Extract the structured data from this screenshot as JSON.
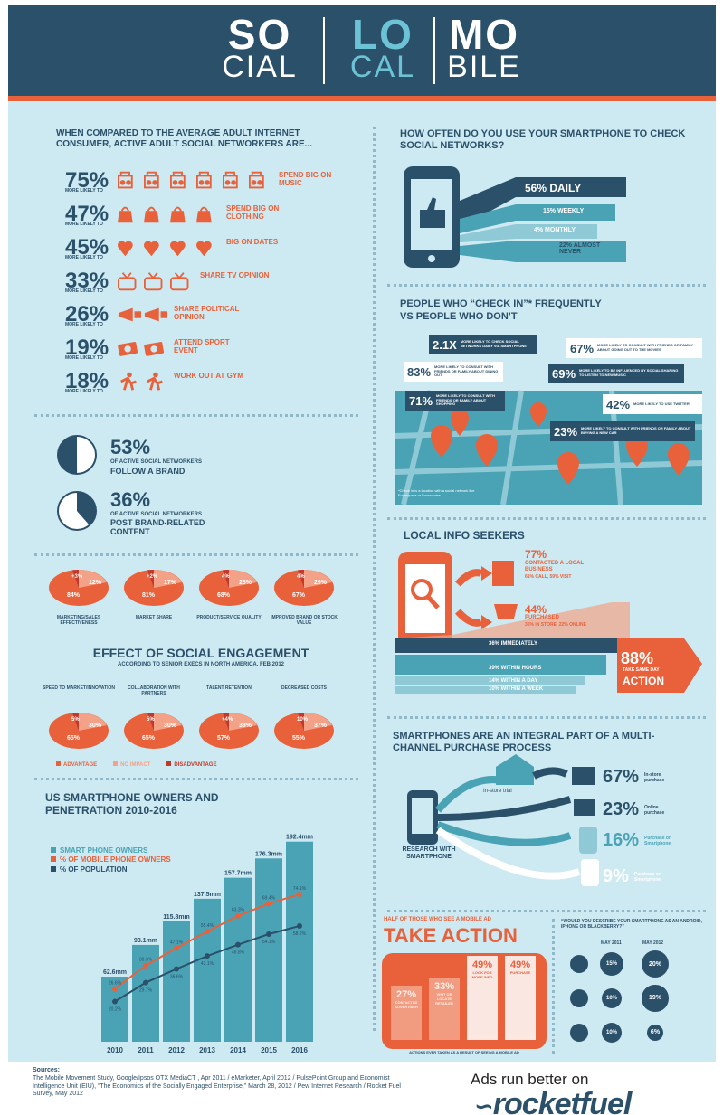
{
  "header": {
    "so_big": "SO",
    "so_small": "CIAL",
    "lo_big": "LO",
    "lo_small": "CAL",
    "mo_big": "MO",
    "mo_small": "BILE"
  },
  "compare": {
    "title": "WHEN COMPARED TO THE AVERAGE ADULT INTERNET CONSUMER, ACTIVE ADULT SOCIAL NETWORKERS ARE...",
    "more_likely": "MORE LIKELY TO",
    "rows": [
      {
        "pct": "75%",
        "label": "SPEND BIG ON MUSIC",
        "icon": "boombox-icon",
        "count": 6
      },
      {
        "pct": "47%",
        "label": "SPEND BIG ON CLOTHING",
        "icon": "handbag-icon",
        "count": 4
      },
      {
        "pct": "45%",
        "label": "BIG ON DATES",
        "icon": "heart-icon",
        "count": 4
      },
      {
        "pct": "33%",
        "label": "SHARE TV OPINION",
        "icon": "tv-icon",
        "count": 3
      },
      {
        "pct": "26%",
        "label": "SHARE POLITICAL OPINION",
        "icon": "megaphone-icon",
        "count": 2
      },
      {
        "pct": "19%",
        "label": "ATTEND SPORT EVENT",
        "icon": "ticket-icon",
        "count": 2
      },
      {
        "pct": "18%",
        "label": "WORK OUT AT GYM",
        "icon": "runner-icon",
        "count": 2
      }
    ]
  },
  "brand": [
    {
      "pct": "53%",
      "line1": "OF ACTIVE SOCIAL NETWORKERS",
      "line2": "FOLLOW A BRAND",
      "value": 0.53
    },
    {
      "pct": "36%",
      "line1": "OF ACTIVE SOCIAL NETWORKERS",
      "line2": "POST BRAND-RELATED",
      "line3": "CONTENT",
      "value": 0.36
    }
  ],
  "effect": {
    "title": "EFFECT OF SOCIAL ENGAGEMENT",
    "subtitle": "ACCORDING TO SENIOR EXECS IN NORTH AMERICA, FEB 2012",
    "row1": [
      {
        "label": "MARKETING/SALES EFFECTIVENESS",
        "a": "84%",
        "b": "12%",
        "c": "+3%"
      },
      {
        "label": "MARKET SHARE",
        "a": "81%",
        "b": "17%",
        "c": "+2%"
      },
      {
        "label": "PRODUCT/SERVICE QUALITY",
        "a": "68%",
        "b": "28%",
        "c": "4%"
      },
      {
        "label": "IMPROVED BRAND OR STOCK VALUE",
        "a": "67%",
        "b": "29%",
        "c": "4%"
      }
    ],
    "row2": [
      {
        "label": "SPEED TO MARKET/INNOVATION",
        "a": "65%",
        "b": "30%",
        "c": "5%"
      },
      {
        "label": "COLLABORATION WITH PARTNERS",
        "a": "65%",
        "b": "30%",
        "c": "5%"
      },
      {
        "label": "TALENT RETENTION",
        "a": "57%",
        "b": "38%",
        "c": "+4%"
      },
      {
        "label": "DECREASED COSTS",
        "a": "55%",
        "b": "37%",
        "c": "10%"
      }
    ],
    "legend": [
      "ADVANTAGE",
      "NO IMPACT",
      "DISADVANTAGE"
    ]
  },
  "chart_data": {
    "type": "bar",
    "title": "US SMARTPHONE OWNERS AND PENETRATION 2010-2016",
    "categories": [
      "2010",
      "2011",
      "2012",
      "2013",
      "2014",
      "2015",
      "2016"
    ],
    "series": [
      {
        "name": "SMART PHONE OWNERS",
        "values": [
          62.6,
          93.1,
          115.8,
          137.5,
          157.7,
          176.3,
          192.4
        ],
        "labels": [
          "62.6mm",
          "93.1mm",
          "115.8mm",
          "137.5mm",
          "157.7mm",
          "176.3mm",
          "192.4mm"
        ],
        "color": "#4aa3b5"
      },
      {
        "name": "% OF MOBILE PHONE OWNERS",
        "values": [
          26.6,
          38.3,
          47.1,
          55.4,
          63.3,
          69.4,
          74.1
        ],
        "labels": [
          "26.6%",
          "38.3%",
          "47.1%",
          "55.4%",
          "63.3%",
          "69.4%",
          "74.1%"
        ],
        "color": "#e8613a"
      },
      {
        "name": "% OF POPULATION",
        "values": [
          20.2,
          29.7,
          36.6,
          43.1,
          48.8,
          54.1,
          58.2
        ],
        "labels": [
          "20.2%",
          "29.7%",
          "36.6%",
          "43.1%",
          "48.8%",
          "54.1%",
          "58.2%"
        ],
        "color": "#2b506a"
      }
    ]
  },
  "smartphone_check": {
    "title": "HOW OFTEN DO YOU USE YOUR SMARTPHONE TO CHECK SOCIAL NETWORKS?",
    "daily": "56% DAILY",
    "weekly": "15% WEEKLY",
    "monthly": "4% MONTHLY",
    "never": "22% ALMOST NEVER"
  },
  "checkin": {
    "title": "PEOPLE WHO “CHECK IN”* FREQUENTLY",
    "subtitle": "vs PEOPLE WHO DON’T",
    "callouts": [
      {
        "pct": "2.1X",
        "text": "MORE LIKELY TO CHECK SOCIAL NETWORKS DAILY VIA SMARTPHONE"
      },
      {
        "pct": "83%",
        "text": "MORE LIKELY TO CONSULT WITH FRIENDS OR FAMILY ABOUT DINING OUT"
      },
      {
        "pct": "67%",
        "text": "MORE LIKELY TO CONSULT WITH FRIENDS OR FAMILY ABOUT GOING OUT TO THE MOVIES"
      },
      {
        "pct": "69%",
        "text": "MORE LIKELY TO BE INFLUENCED BY SOCIAL SHARING TO LISTEN TO NEW MUSIC"
      },
      {
        "pct": "71%",
        "text": "MORE LIKELY TO CONSULT WITH FRIENDS OR FAMILY ABOUT SHOPPING"
      },
      {
        "pct": "42%",
        "text": "MORE LIKELY TO USE TWITTER"
      },
      {
        "pct": "23%",
        "text": "MORE LIKELY TO CONSULT WITH FRIENDS OR FAMILY ABOUT BUYING A NEW CAR"
      }
    ],
    "footnote": "*Check in is a location with a social network like Foursquare or Foursquare"
  },
  "local": {
    "title": "LOCAL INFO SEEKERS",
    "contacted_pct": "77%",
    "contacted_text": "CONTACTED A LOCAL BUSINESS",
    "contacted_sub": "61% CALL, 59% VISIT",
    "purchased_pct": "44%",
    "purchased_text": "PURCHASED",
    "purchased_sub": "35% IN STORE, 22% ONLINE",
    "bars": [
      "36% IMMEDIATELY",
      "39% WITHIN HOURS",
      "14% WITHIN A DAY",
      "10% WITHIN A WEEK"
    ],
    "big_pct": "88%",
    "big_sub": "TAKE SAME DAY",
    "big_word": "ACTION"
  },
  "purchase": {
    "title": "SMARTPHONES ARE AN INTEGRAL PART OF A MULTI-CHANNEL PURCHASE PROCESS",
    "research": "RESEARCH WITH SMARTPHONE",
    "instore": "In-store trial",
    "items": [
      {
        "pct": "67%",
        "label": "In-store purchase"
      },
      {
        "pct": "23%",
        "label": "Online purchase"
      },
      {
        "pct": "16%",
        "label": "Purchase on Smartphone"
      },
      {
        "pct": "9%",
        "label": "Purchase on Smartphone"
      }
    ]
  },
  "mobile_ad": {
    "title_pre": "HALF OF THOSE WHO SEE A MOBILE AD",
    "title_big": "TAKE ACTION",
    "cols": [
      {
        "pct": "27%",
        "label": "CONTACTED ADVERTISER"
      },
      {
        "pct": "33%",
        "label": "VISIT OR LOCATE RETAILER"
      },
      {
        "pct": "49%",
        "label": "LOOK FOR MORE INFO"
      },
      {
        "pct": "49%",
        "label": "PURCHASE"
      }
    ],
    "footer": "ACTIONS EVER TAKEN AS A RESULT OF SEEING A MOBILE AD"
  },
  "os": {
    "title": "“WOULD YOU DESCRIBE YOUR SMARTPHONE AS AN ANDROID, IPHONE OR BLACKBERRY?”",
    "col1": "MAY 2011",
    "col2": "MAY 2012",
    "rows": [
      {
        "icon": "android-icon",
        "a": "15%",
        "b": "20%"
      },
      {
        "icon": "apple-icon",
        "a": "10%",
        "b": "19%"
      },
      {
        "icon": "blackberry-icon",
        "a": "10%",
        "b": "6%"
      }
    ]
  },
  "sources": {
    "label": "Sources:",
    "text": "The Mobile Movement Study, Google/Ipsos OTX MediaCT , Apr 2011 / eMarketer, April 2012 / PulsePoint Group and Economist Intelligence Unit (EIU), “The Economics of the Socially Engaged Enterprise,” March 28, 2012 / Pew Internet Research / Rocket Fuel Survey, May 2012"
  },
  "brand_footer": {
    "ads": "Ads run better on",
    "logo": "rocketfuel"
  }
}
